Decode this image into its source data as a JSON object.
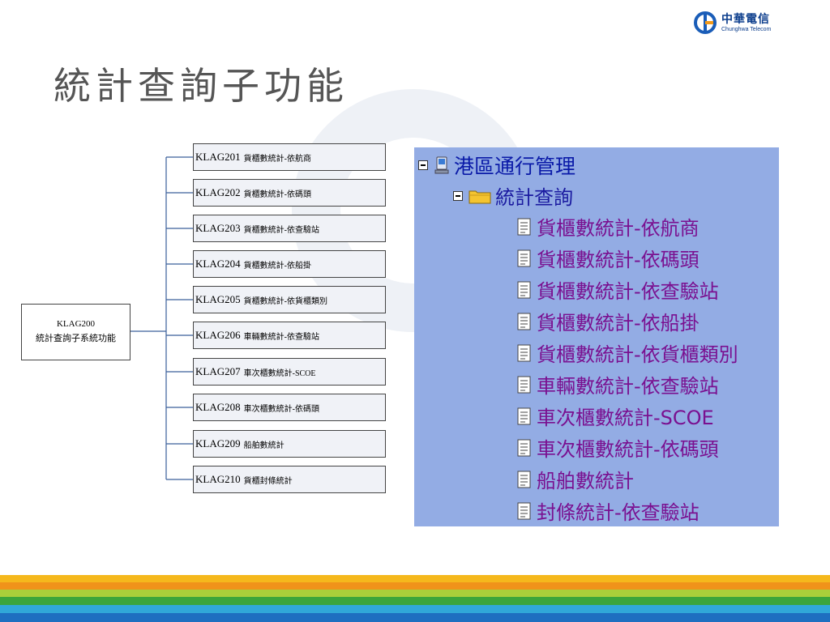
{
  "logo": {
    "name_zh": "中華電信",
    "name_en": "Chunghwa Telecom",
    "color": "#0b3d8c"
  },
  "title": "統計查詢子功能",
  "root": {
    "code": "KLAG200",
    "label": "統計查詢子系統功能"
  },
  "nodes": [
    {
      "code": "KLAG201",
      "label": "貨櫃數統計-依航商"
    },
    {
      "code": "KLAG202",
      "label": "貨櫃數統計-依碼頭"
    },
    {
      "code": "KLAG203",
      "label": "貨櫃數統計-依查驗站"
    },
    {
      "code": "KLAG204",
      "label": "貨櫃數統計-依船掛"
    },
    {
      "code": "KLAG205",
      "label": "貨櫃數統計-依貨櫃類別"
    },
    {
      "code": "KLAG206",
      "label": "車輛數統計-依查驗站"
    },
    {
      "code": "KLAG207",
      "label": "車次櫃數統計-SCOE"
    },
    {
      "code": "KLAG208",
      "label": "車次櫃數統計-依碼頭"
    },
    {
      "code": "KLAG209",
      "label": "船舶數統計"
    },
    {
      "code": "KLAG210",
      "label": "貨櫃封條統計"
    }
  ],
  "tree": {
    "root_label": "港區通行管理",
    "folder_label": "統計查詢",
    "items": [
      "貨櫃數統計-依航商",
      "貨櫃數統計-依碼頭",
      "貨櫃數統計-依查驗站",
      "貨櫃數統計-依船掛",
      "貨櫃數統計-依貨櫃類別",
      "車輛數統計-依查驗站",
      "車次櫃數統計-SCOE",
      "車次櫃數統計-依碼頭",
      "船舶數統計",
      "封條統計-依查驗站"
    ],
    "background": "#93ace4"
  },
  "stripes": [
    "#f5b81c",
    "#f0931a",
    "#a8cf3a",
    "#3ba53b",
    "#30a8d8",
    "#1e6fc0"
  ]
}
